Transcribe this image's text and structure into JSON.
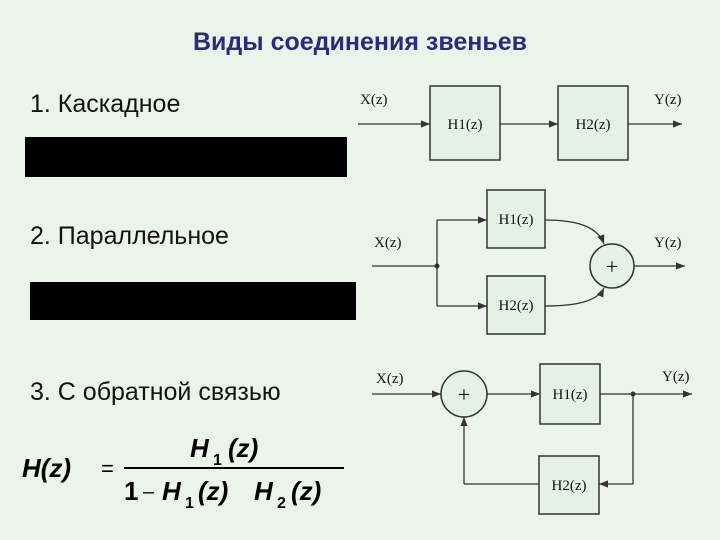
{
  "title": "Виды соединения звеньев",
  "items": [
    {
      "label": "1. Каскадное"
    },
    {
      "label": "2. Параллельное"
    },
    {
      "label": "3. С обратной связью"
    }
  ],
  "cascade": {
    "input": "X(z)",
    "output": "Y(z)",
    "block1": "H1(z)",
    "block2": "H2(z)"
  },
  "parallel": {
    "input": "X(z)",
    "output": "Y(z)",
    "block1": "H1(z)",
    "block2": "H2(z)",
    "sum": "+"
  },
  "feedback": {
    "input": "X(z)",
    "output": "Y(z)",
    "block1": "H1(z)",
    "block2": "H2(z)",
    "sum": "+"
  },
  "formula": {
    "lhs": "H(z)",
    "eq": "=",
    "numerator": "H",
    "numerator_sub": "1",
    "numerator_arg": "(z)",
    "den_one": "1",
    "den_minus": "–",
    "den_h1": "H",
    "den_h1_sub": "1",
    "den_h1_arg": "(z)",
    "den_h2": "H",
    "den_h2_sub": "2",
    "den_h2_arg": "(z)"
  }
}
